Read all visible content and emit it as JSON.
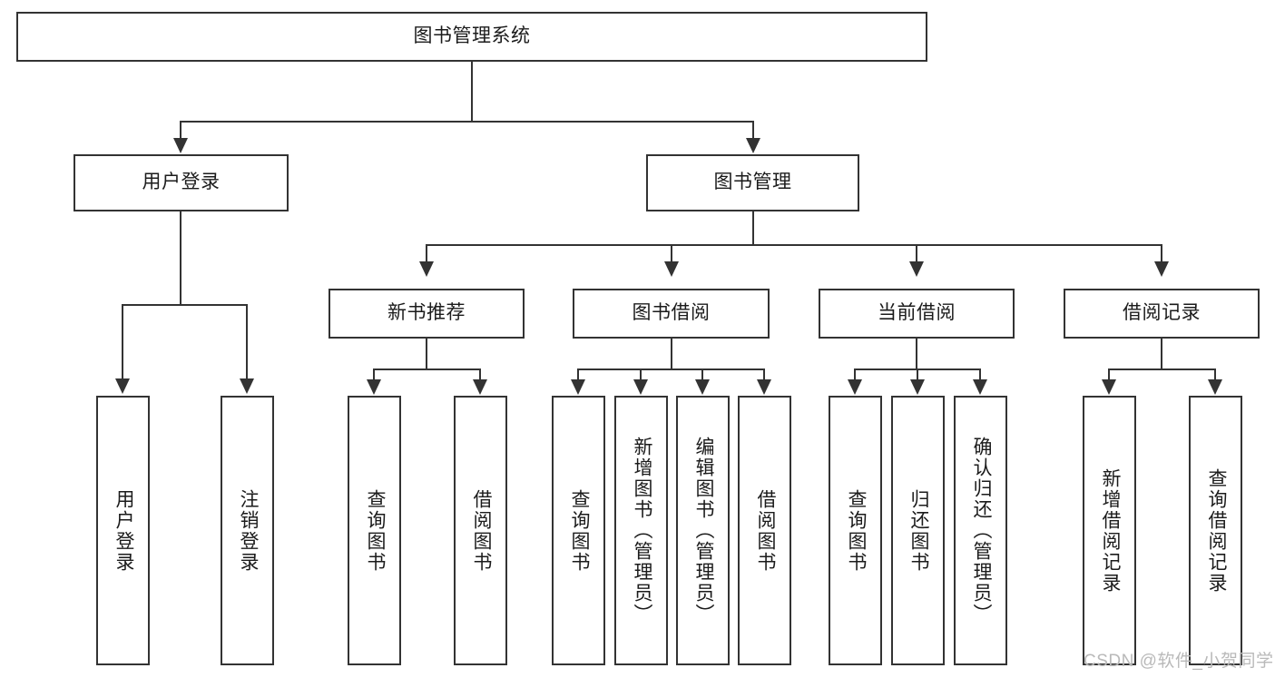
{
  "diagram": {
    "type": "tree-hierarchy-chart",
    "title": "图书管理系统",
    "root": {
      "id": "root",
      "label": "图书管理系统"
    },
    "level2": [
      {
        "id": "user-login",
        "label": "用户登录"
      },
      {
        "id": "book-management",
        "label": "图书管理"
      }
    ],
    "level3": [
      {
        "id": "new-book-recommend",
        "label": "新书推荐",
        "parent": "book-management"
      },
      {
        "id": "book-borrow",
        "label": "图书借阅",
        "parent": "book-management"
      },
      {
        "id": "current-borrow",
        "label": "当前借阅",
        "parent": "book-management"
      },
      {
        "id": "borrow-record",
        "label": "借阅记录",
        "parent": "book-management"
      }
    ],
    "leaves": [
      {
        "id": "leaf-user-login",
        "label": "用户登录",
        "parent": "user-login"
      },
      {
        "id": "leaf-logout",
        "label": "注销登录",
        "parent": "user-login"
      },
      {
        "id": "leaf-query-book-1",
        "label": "查询图书",
        "parent": "new-book-recommend"
      },
      {
        "id": "leaf-borrow-book-1",
        "label": "借阅图书",
        "parent": "new-book-recommend"
      },
      {
        "id": "leaf-query-book-2",
        "label": "查询图书",
        "parent": "book-borrow"
      },
      {
        "id": "leaf-add-book",
        "label": "新增图书（管理员）",
        "parent": "book-borrow"
      },
      {
        "id": "leaf-edit-book",
        "label": "编辑图书（管理员）",
        "parent": "book-borrow"
      },
      {
        "id": "leaf-borrow-book-2",
        "label": "借阅图书",
        "parent": "book-borrow"
      },
      {
        "id": "leaf-query-book-3",
        "label": "查询图书",
        "parent": "current-borrow"
      },
      {
        "id": "leaf-return-book",
        "label": "归还图书",
        "parent": "current-borrow"
      },
      {
        "id": "leaf-confirm-return",
        "label": "确认归还（管理员）",
        "parent": "current-borrow"
      },
      {
        "id": "leaf-add-record",
        "label": "新增借阅记录",
        "parent": "borrow-record"
      },
      {
        "id": "leaf-query-record",
        "label": "查询借阅记录",
        "parent": "borrow-record"
      }
    ]
  },
  "watermark": {
    "text": "CSDN @软件_小贺同学"
  },
  "colors": {
    "stroke": "#333333",
    "text": "#1b1b1b",
    "background": "#ffffff",
    "watermark": "#b9b9b9"
  }
}
